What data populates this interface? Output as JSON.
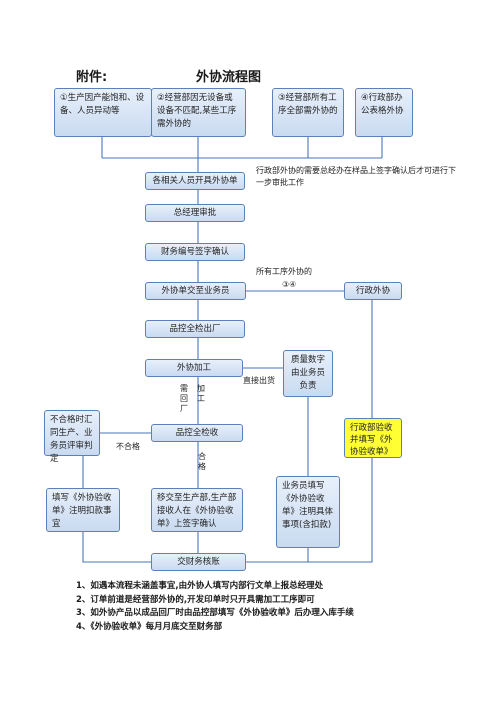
{
  "header": {
    "attachment": "附件:",
    "title": "外协流程图"
  },
  "nodes": {
    "n1": "①生产因产能饱和、设备、人员异动等",
    "n2": "②经营部因无设备或设备不匹配,某些工序需外协的",
    "n3": "③经营部所有工序全部需外协的",
    "n4": "④行政部办公表格外协",
    "apply": "各相关人员开具外协单",
    "gm": "总经理审批",
    "finance_sign": "财务编号签字确认",
    "to_sales": "外协单交至业务员",
    "admin_outsource": "行政外协",
    "qc_out": "品控全检出厂",
    "process": "外协加工",
    "qty_check": "质量数字由业务员负责",
    "qc_in": "品控全检收",
    "fail_review": "不合格时汇同生产、业务员评审判定",
    "admin_accept": "行政部验收并填写《外协验收单》",
    "fill_note": "填写《外协验收单》注明扣款事宜",
    "to_production": "移交至生产部,生产部接收人在《外协验收单》上签字确认",
    "sales_fill": "业务员填写《外协验收单》注明具体事项(含扣款)",
    "to_finance": "交财务核账"
  },
  "labels": {
    "admin_sign_note": "行政部外协的需要总经办在样品上签字确认后才可进行下一步审批工作",
    "all_process": "所有工序外协的",
    "circled_34": "③④",
    "direct_ship": "直接出货",
    "need_return_1": "需回厂",
    "need_return_2": "加工",
    "unqualified": "不合格",
    "qualified": "合格"
  },
  "notes": [
    "1、如遇本流程未涵盖事宜,由外协人填写内部行文单上报总经理处",
    "2、订单前道是经营部外协的,开发印单时只开具需加工工序即可",
    "3、如外协产品以成品回厂时由品控部填写《外协验收单》后办理入库手续",
    "4、《外协验收单》每月月底交至财务部"
  ]
}
